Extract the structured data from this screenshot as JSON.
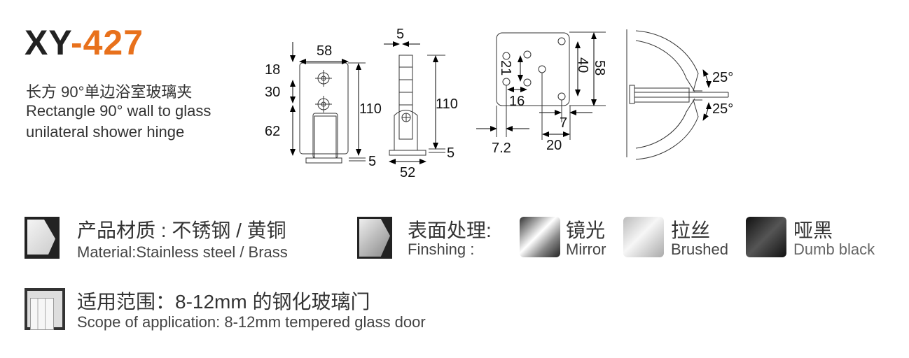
{
  "header": {
    "model_prefix": "XY",
    "model_number": "-427",
    "name_cn": "长方 90°单边浴室玻璃夹",
    "name_en_1": "Rectangle 90° wall to glass",
    "name_en_2": "unilateral shower hinge"
  },
  "dimensions": {
    "front": {
      "width": "58",
      "d1": "18",
      "d2": "30",
      "d3": "62",
      "height": "110",
      "base": "5"
    },
    "side": {
      "top": "5",
      "height": "110",
      "base": "5",
      "width": "52"
    },
    "plate": {
      "v21": "21",
      "h16": "16",
      "v40": "40",
      "v58": "58",
      "h7": "7",
      "h7_2": "7.2",
      "h20": "20"
    },
    "top_view": {
      "angle_up": "25°",
      "angle_down": "25°"
    }
  },
  "material": {
    "label_cn": "产品材质 : 不锈钢 / 黄铜",
    "label_en": "Material:Stainless steel / Brass"
  },
  "finishing": {
    "label_cn": "表面处理:",
    "label_en": "Finshing :",
    "options": [
      {
        "cn": "镜光",
        "en": "Mirror",
        "color": "#9a9a9a"
      },
      {
        "cn": "拉丝",
        "en": "Brushed",
        "color": "#d8d8d8"
      },
      {
        "cn": "哑黑",
        "en": "Dumb black",
        "color": "#2a2a2a"
      }
    ]
  },
  "scope": {
    "label_cn": "适用范围：8-12mm 的钢化玻璃门",
    "label_en": "Scope of application: 8-12mm tempered glass door"
  },
  "accent": "#e8711c"
}
